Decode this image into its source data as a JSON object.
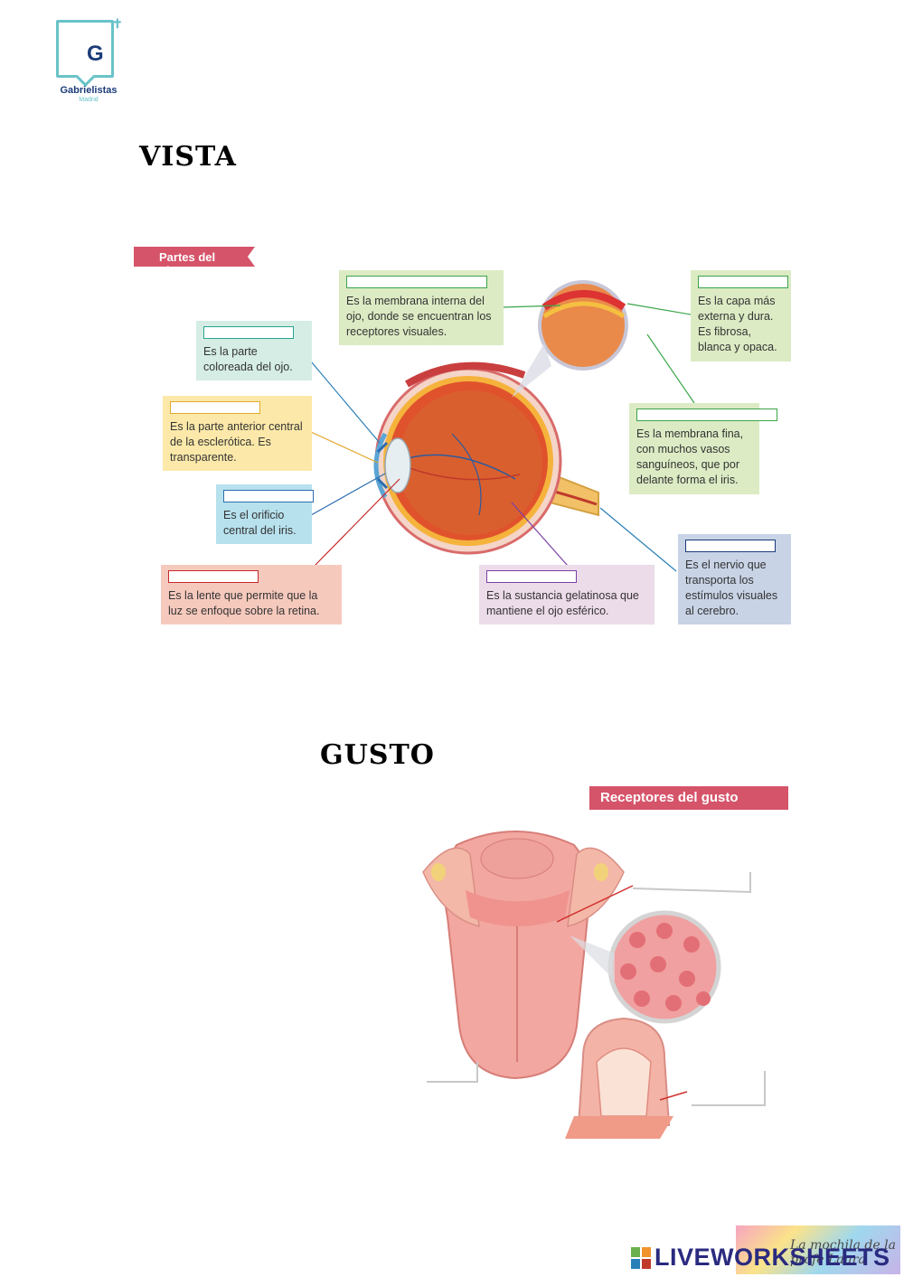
{
  "logo": {
    "initial": "G",
    "name": "Gabrielistas",
    "city": "Madrid"
  },
  "sections": {
    "vista": "VISTA",
    "gusto": "GUSTO"
  },
  "eye": {
    "ribbon": "Partes del ojo",
    "retina": "Es la membrana interna del ojo, donde se encuentran los receptores visuales.",
    "esclerotica": "Es la capa más externa y dura. Es fibrosa, blanca y opaca.",
    "iris": "Es la parte coloreada del ojo.",
    "cornea": "Es la parte anterior central de la esclerótica. Es transparente.",
    "pupila": "Es el orificio central del iris.",
    "cristalino": "Es la lente que permite que la luz se enfoque sobre la retina.",
    "coroides": "Es la membrana fina, con muchos vasos sanguíneos, que por delante forma el iris.",
    "humor": "Es la sustancia gelatinosa que mantiene el ojo esférico.",
    "nervio": "Es el nervio que transporta los estímulos visuales al cerebro."
  },
  "taste": {
    "ribbon": "Receptores del gusto"
  },
  "footer": {
    "brand": "LIVEWORKSHEETS",
    "banner": "La mochila de la profe Laura"
  },
  "colors": {
    "ribbon": "#d5546a",
    "brand": "#1c3c78",
    "logo_accent": "#69c3c8"
  }
}
